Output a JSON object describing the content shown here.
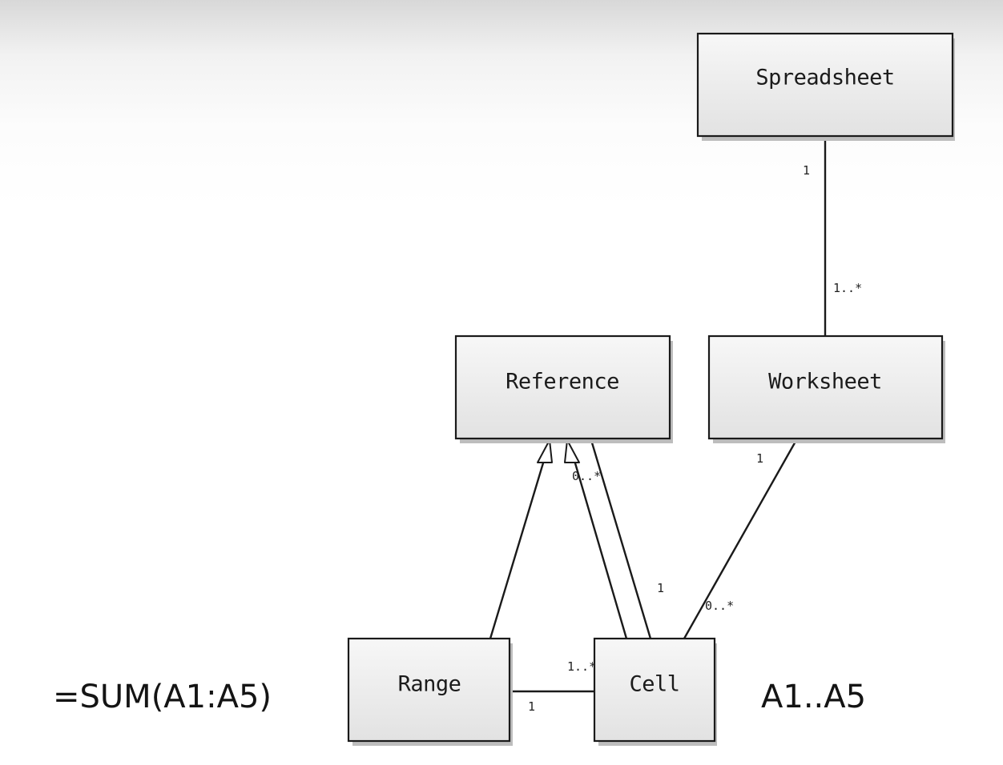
{
  "classes": {
    "spreadsheet": "Spreadsheet",
    "reference": "Reference",
    "worksheet": "Worksheet",
    "range": "Range",
    "cell": "Cell"
  },
  "multiplicities": {
    "spreadsheet_worksheet_top": "1",
    "spreadsheet_worksheet_bottom": "1..*",
    "reference_cell_top": "0..*",
    "reference_cell_bottom": "1",
    "worksheet_cell_top": "1",
    "worksheet_cell_bottom": "0..*",
    "range_cell_cell_side": "1..*",
    "range_cell_range_side": "1"
  },
  "formula": "=SUM(A1:A5)",
  "range_example": "A1..A5"
}
